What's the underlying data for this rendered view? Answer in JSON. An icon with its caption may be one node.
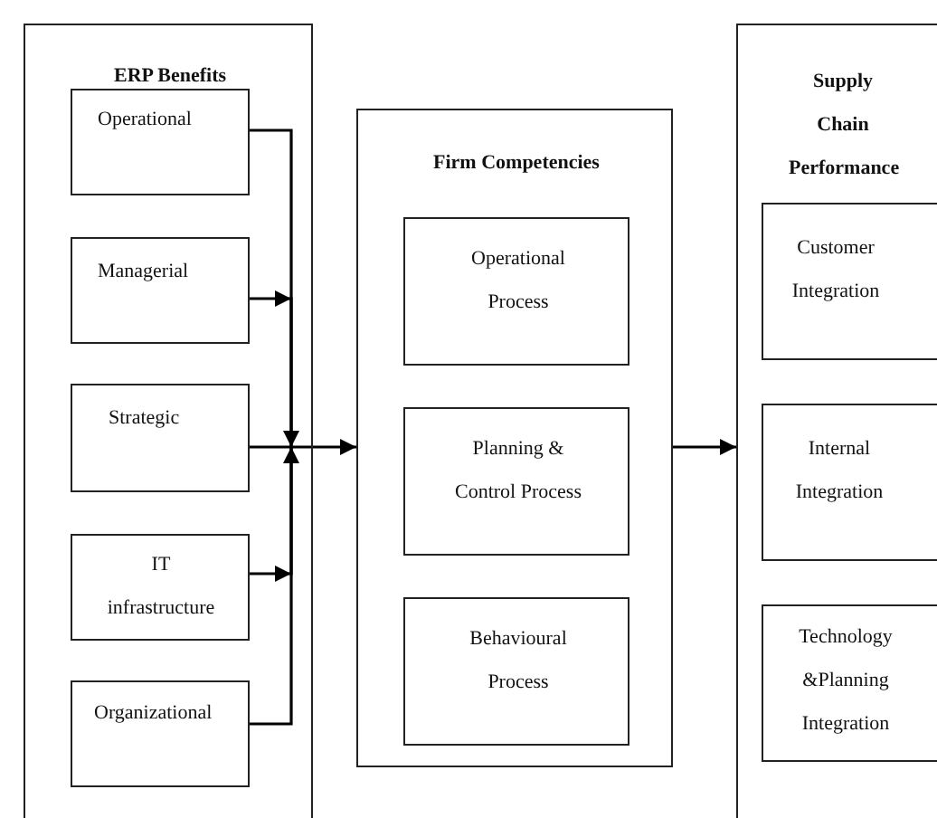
{
  "diagram": {
    "nodes": [
      {
        "text": [
          "ERP Benefits"
        ]
      },
      {
        "text": [
          "Operational"
        ],
        "in": 0
      },
      {
        "text": [
          "Managerial"
        ],
        "in": 0
      },
      {
        "text": [
          "Strategic"
        ],
        "in": 0
      },
      {
        "text": [
          "IT infrastructure"
        ],
        "in": 0
      },
      {
        "text": [
          "Organizational"
        ],
        "in": 0
      },
      {
        "text": [
          "Firm Competencies"
        ]
      },
      {
        "text": [
          "Operational Process"
        ],
        "in": 6
      },
      {
        "text": [
          "Planning & Control Process"
        ],
        "in": 6
      },
      {
        "text": [
          "Behavioural Process"
        ],
        "in": 6
      },
      {
        "text": [
          "Supply Chain Performance"
        ]
      },
      {
        "text": [
          "Customer Integration"
        ],
        "in": 10
      },
      {
        "text": [
          "Internal Integration"
        ],
        "in": 10
      },
      {
        "text": [
          "Technology &Planning Integration"
        ],
        "in": 10
      }
    ],
    "edges": [
      {
        "from": 1,
        "to": 6,
        "arrow": "to"
      },
      {
        "from": 2,
        "to": 6,
        "arrow": "to"
      },
      {
        "from": 3,
        "to": 6,
        "arrow": "to"
      },
      {
        "from": 4,
        "to": 6,
        "arrow": "to"
      },
      {
        "from": 5,
        "to": 6,
        "arrow": "to"
      },
      {
        "from": 6,
        "to": 10,
        "arrow": "to"
      }
    ]
  }
}
